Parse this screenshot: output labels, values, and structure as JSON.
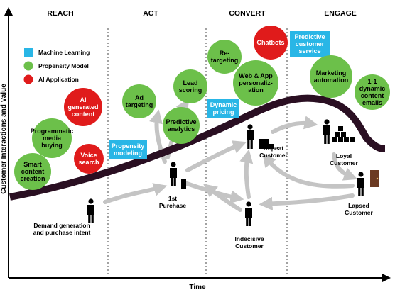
{
  "stages": [
    "REACH",
    "ACT",
    "CONVERT",
    "ENGAGE"
  ],
  "axes": {
    "y_label": "Customer Interactions and Value",
    "x_label": "Time"
  },
  "legend": [
    {
      "label": "Machine Learning",
      "shape": "square",
      "color": "#29b6e6"
    },
    {
      "label": "Propensity Model",
      "shape": "circle",
      "color": "#6cc04a"
    },
    {
      "label": "AI Application",
      "shape": "circle",
      "color": "#e01b1b"
    }
  ],
  "colors": {
    "curve": "#2a0f22",
    "arrow": "#c4c4c4",
    "ml": "#29b6e6",
    "propensity": "#6cc04a",
    "ai": "#e01b1b"
  },
  "techniques": [
    {
      "id": "ai-content",
      "category": "ai",
      "lines": [
        "AI",
        "generated",
        "content"
      ]
    },
    {
      "id": "programmatic",
      "category": "propensity",
      "lines": [
        "Programmatic",
        "media",
        "buying"
      ]
    },
    {
      "id": "voice-search",
      "category": "ai",
      "lines": [
        "Voice",
        "search"
      ]
    },
    {
      "id": "smart-content",
      "category": "propensity",
      "lines": [
        "Smart",
        "content",
        "creation"
      ]
    },
    {
      "id": "propensity-modeling",
      "category": "ml",
      "lines": [
        "Propensity",
        "modeling"
      ]
    },
    {
      "id": "ad-targeting",
      "category": "propensity",
      "lines": [
        "Ad",
        "targeting"
      ]
    },
    {
      "id": "lead-scoring",
      "category": "propensity",
      "lines": [
        "Lead",
        "scoring"
      ]
    },
    {
      "id": "predictive-analytics",
      "category": "propensity",
      "lines": [
        "Predictive",
        "analytics"
      ]
    },
    {
      "id": "chatbots",
      "category": "ai",
      "lines": [
        "Chatbots"
      ]
    },
    {
      "id": "retargeting",
      "category": "propensity",
      "lines": [
        "Re-",
        "targeting"
      ]
    },
    {
      "id": "web-app-personalization",
      "category": "propensity",
      "lines": [
        "Web & App",
        "personaliz-",
        "ation"
      ]
    },
    {
      "id": "dynamic-pricing",
      "category": "ml",
      "lines": [
        "Dynamic",
        "pricing"
      ]
    },
    {
      "id": "predictive-customer-service",
      "category": "ml",
      "lines": [
        "Predictive",
        "customer",
        "service"
      ]
    },
    {
      "id": "marketing-automation",
      "category": "propensity",
      "lines": [
        "Marketing",
        "automation"
      ]
    },
    {
      "id": "one-to-one-emails",
      "category": "propensity",
      "lines": [
        "1-1",
        "dynamic",
        "content",
        "emails"
      ]
    }
  ],
  "customers": [
    {
      "id": "demand-generation",
      "lines": [
        "Demand generation",
        "and purchase intent"
      ]
    },
    {
      "id": "first-purchase",
      "lines": [
        "1st",
        "Purchase"
      ]
    },
    {
      "id": "repeat-customer",
      "lines": [
        "Repeat",
        "Customer"
      ]
    },
    {
      "id": "loyal-customer",
      "lines": [
        "Loyal",
        "Customer"
      ]
    },
    {
      "id": "lapsed-customer",
      "lines": [
        "Lapsed",
        "Customer"
      ]
    },
    {
      "id": "indecisive-customer",
      "lines": [
        "Indecisive",
        "Customer"
      ]
    }
  ]
}
